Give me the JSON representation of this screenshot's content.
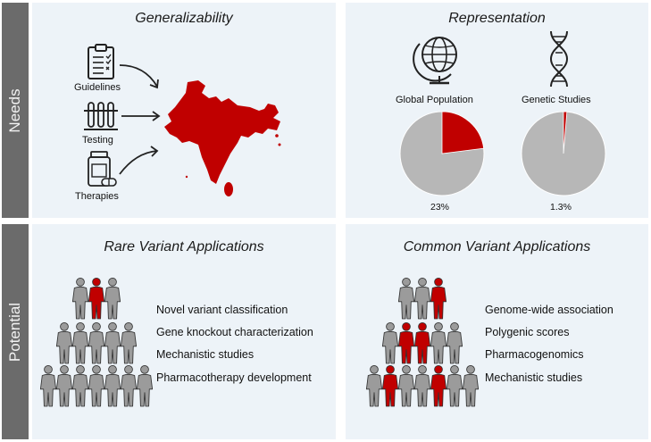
{
  "rows": {
    "top_label": "Needs",
    "bottom_label": "Potential"
  },
  "generalizability": {
    "title": "Generalizability",
    "items": [
      "Guidelines",
      "Testing",
      "Therapies"
    ]
  },
  "representation": {
    "title": "Representation",
    "charts": [
      {
        "label": "Global Population",
        "percent_label": "23%",
        "value": 23
      },
      {
        "label": "Genetic Studies",
        "percent_label": "1.3%",
        "value": 1.3
      }
    ]
  },
  "rare": {
    "title": "Rare Variant Applications",
    "applications": [
      "Novel variant classification",
      "Gene knockout characterization",
      "Mechanistic studies",
      "Pharmacotherapy development"
    ]
  },
  "common": {
    "title": "Common Variant Applications",
    "applications": [
      "Genome-wide association",
      "Polygenic scores",
      "Pharmacogenomics",
      "Mechanistic studies"
    ]
  },
  "colors": {
    "accent": "#c00000",
    "person_gray": "#9b9b9b",
    "pie_gray": "#b7b7b7",
    "side": "#6b6b6b",
    "panel": "#edf3f8"
  },
  "chart_data": [
    {
      "type": "pie",
      "title": "Global Population",
      "values": [
        23,
        77
      ]
    },
    {
      "type": "pie",
      "title": "Genetic Studies",
      "values": [
        1.3,
        98.7
      ]
    }
  ]
}
